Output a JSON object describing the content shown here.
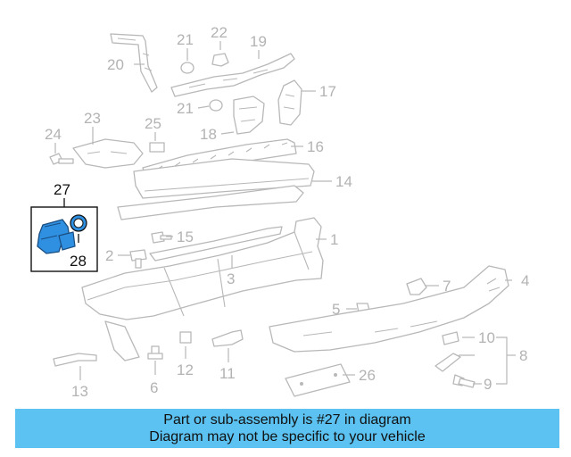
{
  "callouts": [
    {
      "id": "1",
      "label": "1"
    },
    {
      "id": "2",
      "label": "2"
    },
    {
      "id": "3",
      "label": "3"
    },
    {
      "id": "4",
      "label": "4"
    },
    {
      "id": "5",
      "label": "5"
    },
    {
      "id": "6",
      "label": "6"
    },
    {
      "id": "7",
      "label": "7"
    },
    {
      "id": "8",
      "label": "8"
    },
    {
      "id": "9",
      "label": "9"
    },
    {
      "id": "10",
      "label": "10"
    },
    {
      "id": "11",
      "label": "11"
    },
    {
      "id": "12",
      "label": "12"
    },
    {
      "id": "13",
      "label": "13"
    },
    {
      "id": "14",
      "label": "14"
    },
    {
      "id": "15",
      "label": "15"
    },
    {
      "id": "16",
      "label": "16"
    },
    {
      "id": "17",
      "label": "17"
    },
    {
      "id": "18",
      "label": "18"
    },
    {
      "id": "19",
      "label": "19"
    },
    {
      "id": "20",
      "label": "20"
    },
    {
      "id": "21a",
      "label": "21"
    },
    {
      "id": "21b",
      "label": "21"
    },
    {
      "id": "22",
      "label": "22"
    },
    {
      "id": "23",
      "label": "23"
    },
    {
      "id": "24",
      "label": "24"
    },
    {
      "id": "25",
      "label": "25"
    },
    {
      "id": "26",
      "label": "26"
    },
    {
      "id": "27",
      "label": "27"
    },
    {
      "id": "28",
      "label": "28"
    }
  ],
  "highlight": {
    "part_number": "27",
    "fill_color": "#2f8fe0",
    "outline_color": "#111111"
  },
  "banner": {
    "line1": "Part or sub-assembly is #27 in diagram",
    "line2": "Diagram may not be specific to your vehicle",
    "background": "#5bc2f1"
  }
}
